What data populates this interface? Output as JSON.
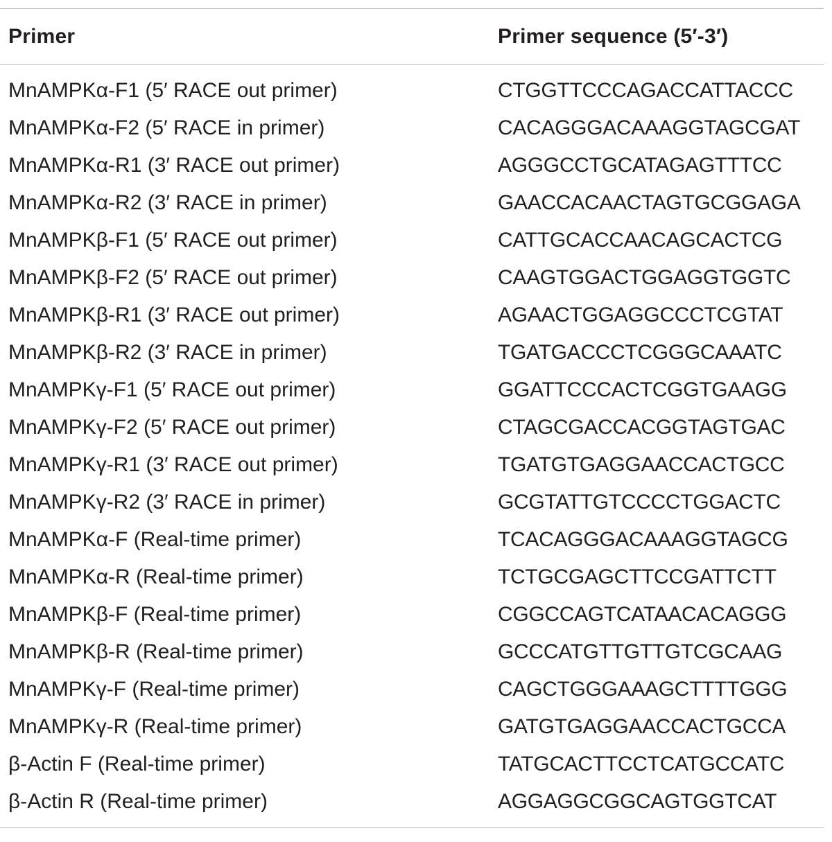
{
  "table": {
    "headers": [
      "Primer",
      "Primer sequence (5′-3′)"
    ],
    "rows": [
      [
        "MnAMPKα-F1 (5′ RACE out primer)",
        "CTGGTTCCCAGACCATTACCC"
      ],
      [
        "MnAMPKα-F2 (5′ RACE in primer)",
        "CACAGGGACAAAGGTAGCGAT"
      ],
      [
        "MnAMPKα-R1 (3′ RACE out primer)",
        "AGGGCCTGCATAGAGTTTCC"
      ],
      [
        "MnAMPKα-R2 (3′ RACE in primer)",
        "GAACCACAACTAGTGCGGAGA"
      ],
      [
        "MnAMPKβ-F1 (5′ RACE out primer)",
        "CATTGCACCAACAGCACTCG"
      ],
      [
        "MnAMPKβ-F2 (5′ RACE out primer)",
        "CAAGTGGACTGGAGGTGGTC"
      ],
      [
        "MnAMPKβ-R1 (3′ RACE out primer)",
        "AGAACTGGAGGCCCTCGTAT"
      ],
      [
        "MnAMPKβ-R2 (3′ RACE in primer)",
        "TGATGACCCTCGGGCAAATC"
      ],
      [
        "MnAMPKγ-F1 (5′ RACE out primer)",
        "GGATTCCCACTCGGTGAAGG"
      ],
      [
        "MnAMPKγ-F2 (5′ RACE out primer)",
        "CTAGCGACCACGGTAGTGAC"
      ],
      [
        "MnAMPKγ-R1 (3′ RACE out primer)",
        "TGATGTGAGGAACCACTGCC"
      ],
      [
        "MnAMPKγ-R2 (3′ RACE in primer)",
        "GCGTATTGTCCCCTGGACTC"
      ],
      [
        "MnAMPKα-F (Real-time primer)",
        "TCACAGGGACAAAGGTAGCG"
      ],
      [
        "MnAMPKα-R (Real-time primer)",
        "TCTGCGAGCTTCCGATTCTT"
      ],
      [
        "MnAMPKβ-F (Real-time primer)",
        "CGGCCAGTCATAACACAGGG"
      ],
      [
        "MnAMPKβ-R (Real-time primer)",
        "GCCCATGTTGTTGTCGCAAG"
      ],
      [
        "MnAMPKγ-F (Real-time primer)",
        "CAGCTGGGAAAGCTTTTGGG"
      ],
      [
        "MnAMPKγ-R (Real-time primer)",
        "GATGTGAGGAACCACTGCCA"
      ],
      [
        "β-Actin F (Real-time primer)",
        "TATGCACTTCCTCATGCCATC"
      ],
      [
        "β-Actin R (Real-time primer)",
        "AGGAGGCGGCAGTGGTCAT"
      ]
    ]
  }
}
